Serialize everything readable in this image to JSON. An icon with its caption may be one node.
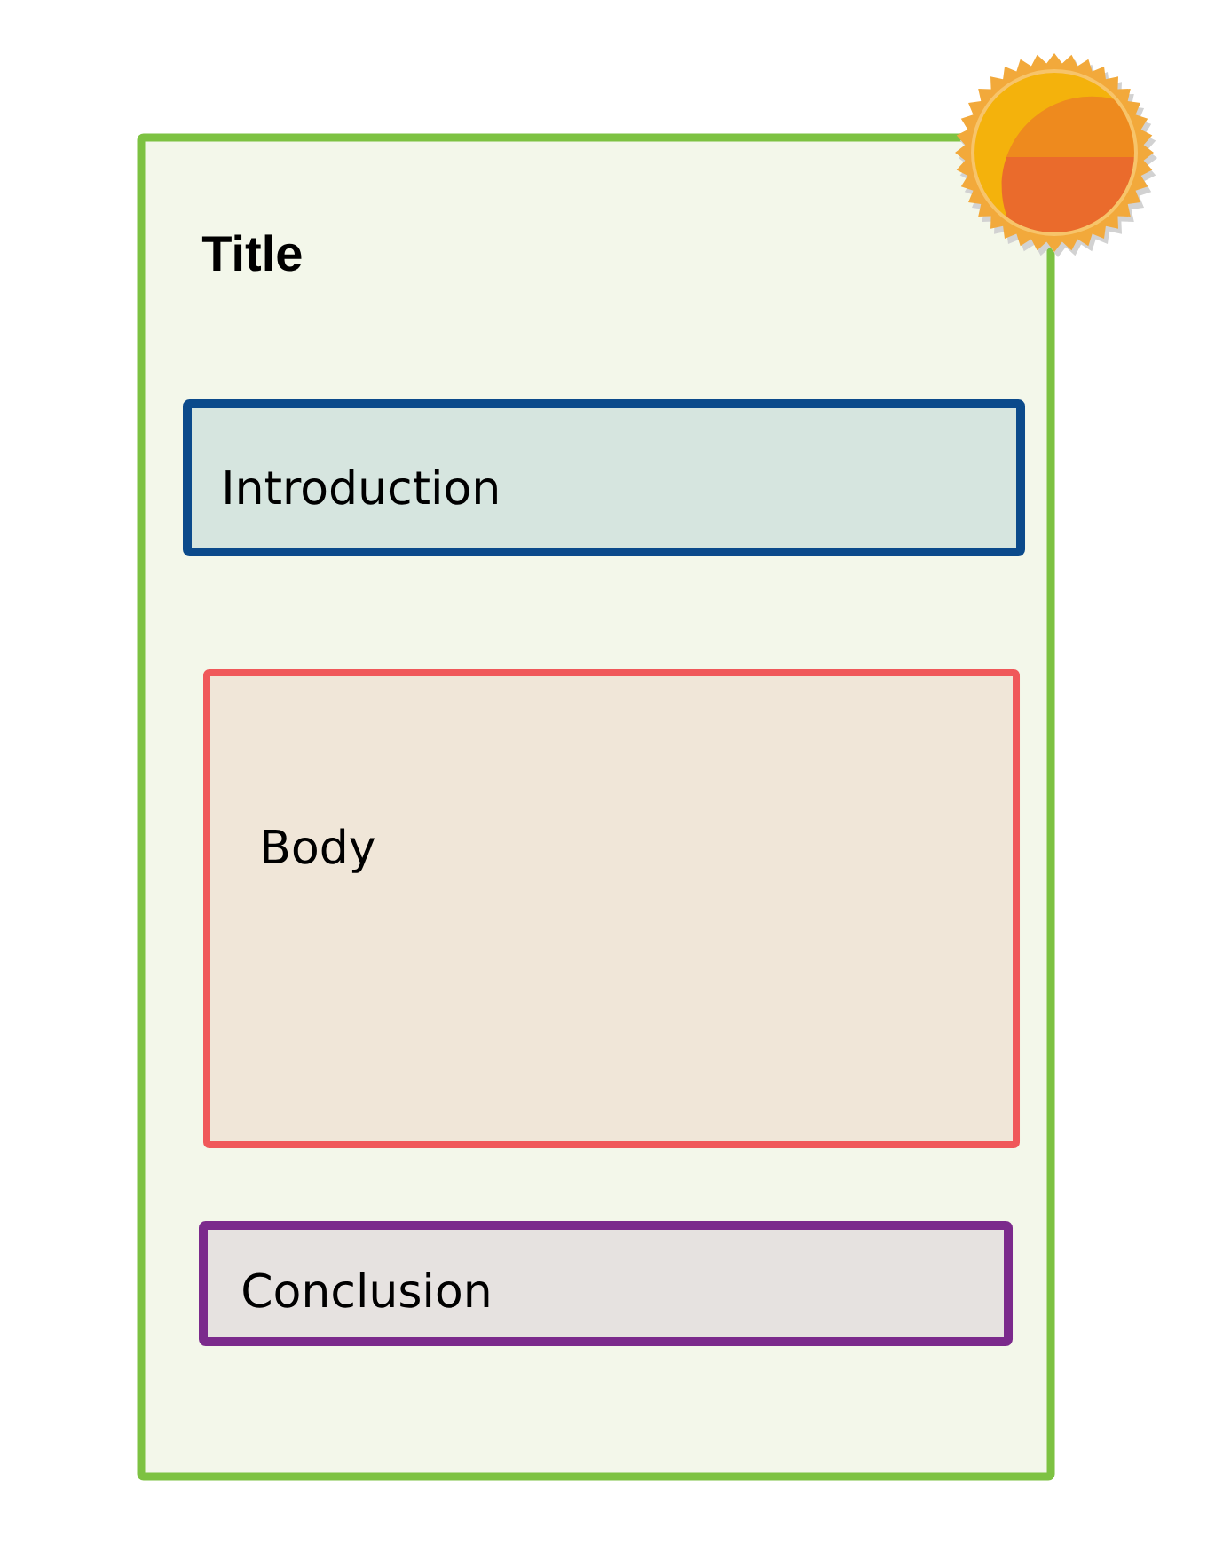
{
  "diagram": {
    "nodes": [
      {
        "text": [
          "Title"
        ]
      },
      {
        "text": [
          "Introduction"
        ],
        "in": 0
      },
      {
        "text": [
          "Body"
        ],
        "in": 0
      },
      {
        "text": [
          "Conclusion"
        ],
        "in": 0
      }
    ]
  }
}
